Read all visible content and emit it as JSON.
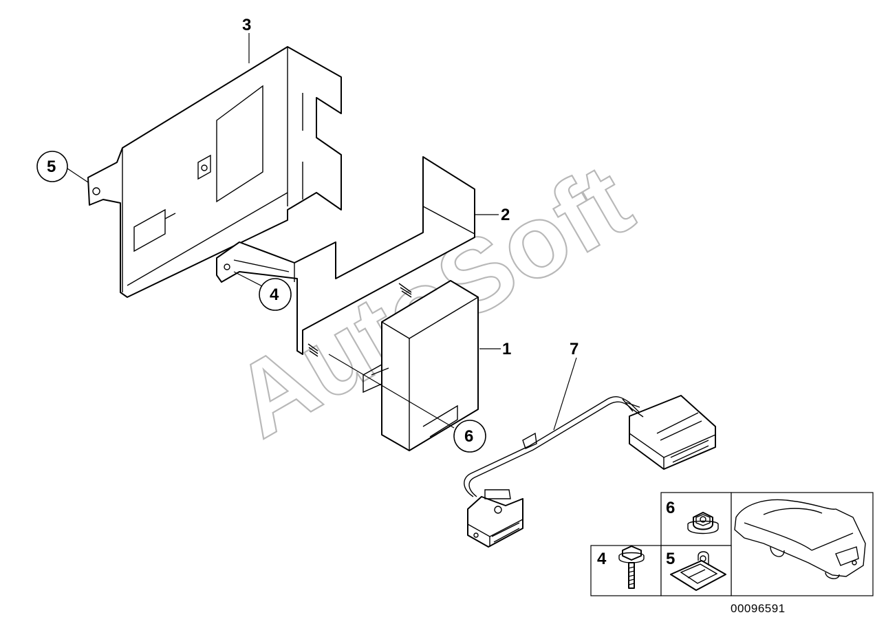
{
  "callouts": {
    "c1": "1",
    "c2": "2",
    "c3": "3",
    "c4": "4",
    "c5": "5",
    "c6": "6",
    "c7": "7"
  },
  "legend": {
    "l6": "6",
    "l4": "4",
    "l5": "5"
  },
  "watermark": "AutoSoft",
  "reference_number": "00096591",
  "colors": {
    "line": "#000000",
    "watermark": "#b8b8b8",
    "background": "#ffffff"
  }
}
